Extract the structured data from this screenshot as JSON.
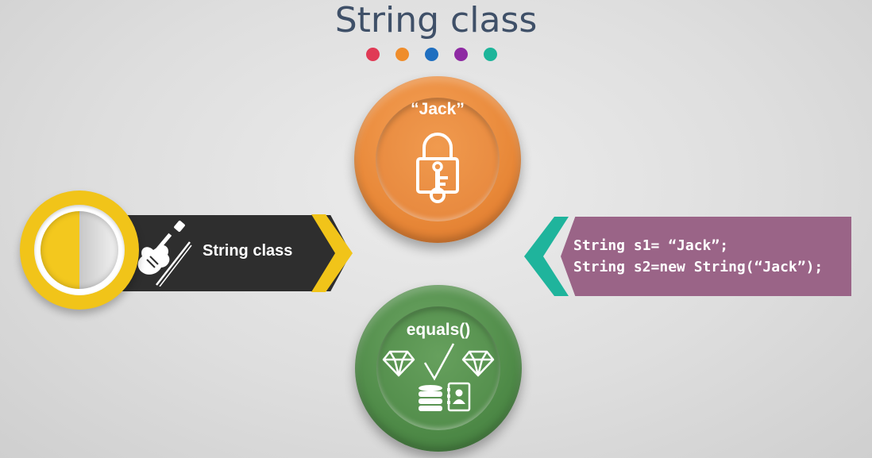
{
  "slide": {
    "title": "String class",
    "dots": [
      "#e03a55",
      "#ef8d2b",
      "#1f6fc0",
      "#8e2aa3",
      "#1db59a"
    ]
  },
  "orange_coin": {
    "label": "“Jack”",
    "icon": "padlock-key-icon",
    "color": "#e88838"
  },
  "green_coin": {
    "label": "equals()",
    "icons": [
      "diamond-icon",
      "checkmark-icon",
      "diamond-icon",
      "database-icon",
      "contact-card-icon"
    ],
    "color": "#4f8b48"
  },
  "left_banner": {
    "label": "String class",
    "icon": "violin-icon",
    "ring_color": "#f1c419",
    "banner_color": "#2e2e2e"
  },
  "right_banner": {
    "code_lines": [
      "String s1= “Jack”;",
      "String s2=new String(“Jack”);"
    ],
    "banner_color": "#9a6487",
    "chevron_color": "#1fb49c"
  }
}
